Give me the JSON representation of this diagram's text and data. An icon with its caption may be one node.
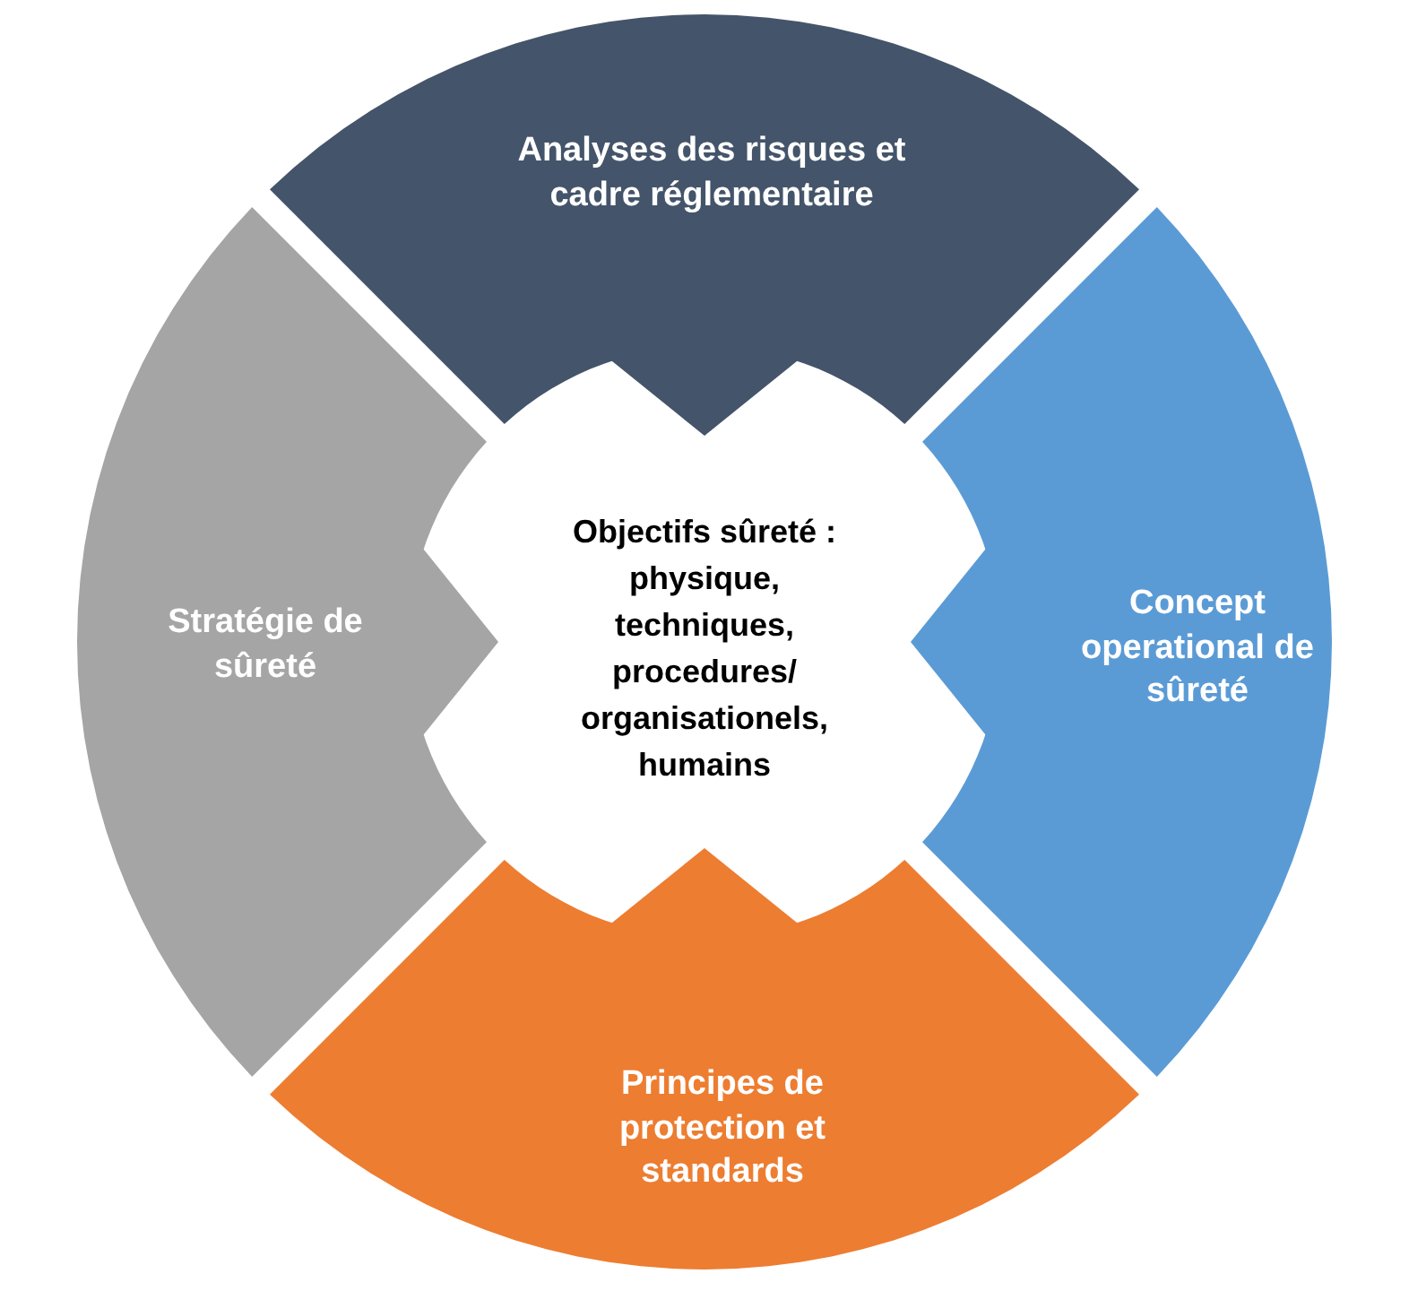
{
  "diagram": {
    "nodes": [
      {
        "text": [
          "Analyses des risques et cadre réglementaire"
        ]
      },
      {
        "text": [
          "Stratégie de sûreté"
        ]
      },
      {
        "text": [
          "Objectifs sûreté : physique, techniques, procedures/ organisationels, humains"
        ]
      },
      {
        "text": [
          "Concept operational de sûreté"
        ]
      },
      {
        "text": [
          "Principes de protection et standards"
        ]
      }
    ],
    "edges": [
      {
        "from": 0,
        "to": 2,
        "arrow": "to",
        "color": "#44546a"
      },
      {
        "from": 1,
        "to": 2,
        "arrow": "to",
        "color": "#a5a5a5"
      },
      {
        "from": 3,
        "to": 2,
        "arrow": "to",
        "color": "#5b9bd5"
      },
      {
        "from": 4,
        "to": 2,
        "arrow": "to",
        "color": "#ed7d31"
      }
    ]
  }
}
